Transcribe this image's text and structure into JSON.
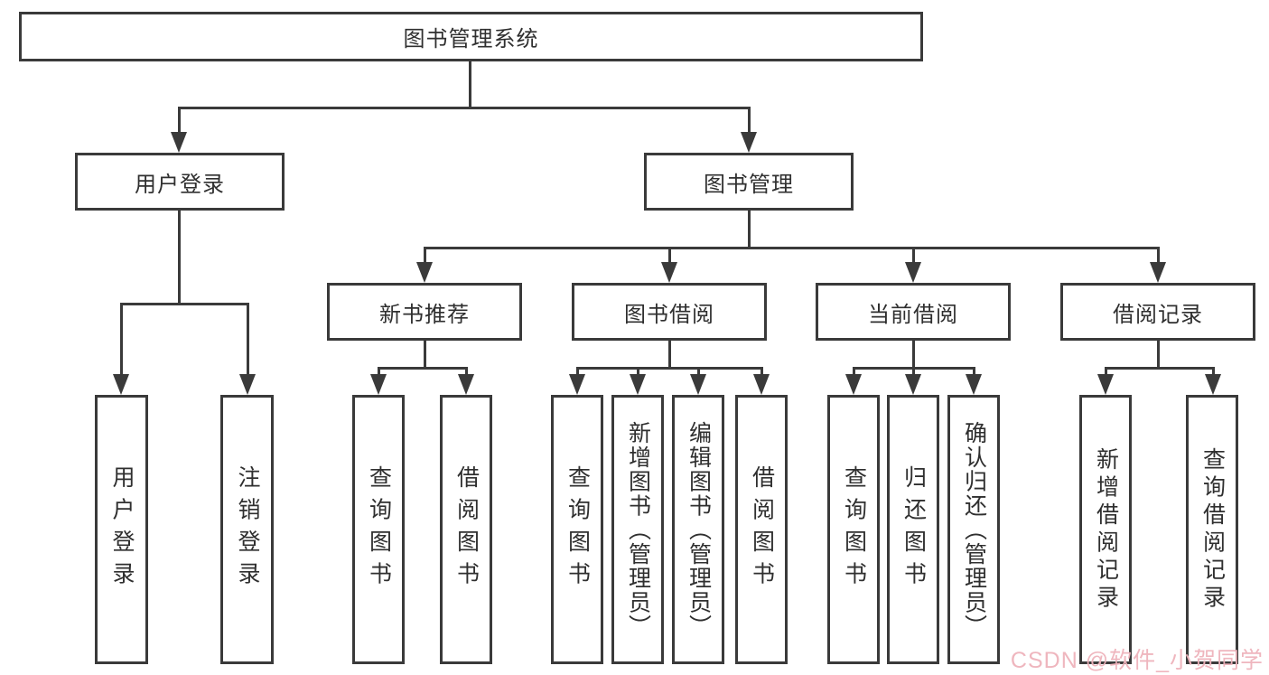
{
  "diagram": {
    "title": "图书管理系统",
    "colors": {
      "line": "#3a3a3a",
      "text": "#2f2f2f",
      "watermark": "#eeb2ba"
    },
    "nodes": {
      "root": "图书管理系统",
      "user_login": "用户登录",
      "book_mgmt": "图书管理",
      "new_book_rec": "新书推荐",
      "book_borrow": "图书借阅",
      "current_borrow": "当前借阅",
      "borrow_records": "借阅记录"
    },
    "leaves": {
      "user_login_leaf": "用户登录",
      "logout_leaf": "注销登录",
      "query_books_1": "查询图书",
      "borrow_books_1": "借阅图书",
      "query_books_2": "查询图书",
      "add_books_admin": "新增图书（管理员）",
      "edit_books_admin": "编辑图书（管理员）",
      "borrow_books_2": "借阅图书",
      "query_books_3": "查询图书",
      "return_books": "归还图书",
      "confirm_return_admin": "确认归还（管理员）",
      "add_borrow_record": "新增借阅记录",
      "query_borrow_record": "查询借阅记录"
    },
    "watermark": "CSDN @软件_小贺同学"
  }
}
